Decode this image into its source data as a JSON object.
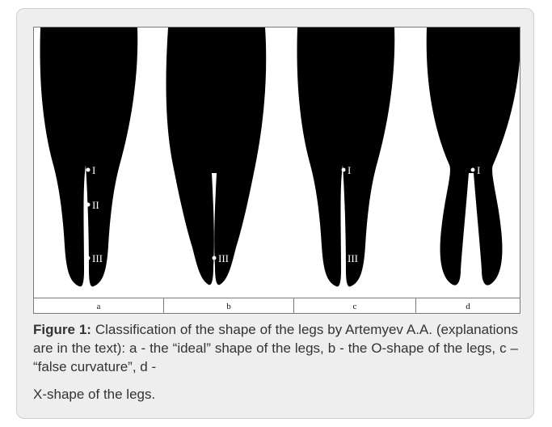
{
  "figure": {
    "panel_labels": [
      "a",
      "b",
      "c",
      "d"
    ],
    "markers": {
      "a": [
        "I",
        "II",
        "III"
      ],
      "b": [
        "III"
      ],
      "c": [
        "I",
        "III"
      ],
      "d": [
        "I"
      ]
    }
  },
  "caption": {
    "label": "Figure 1:",
    "text": " Classification of the shape of the legs by Artemyev A.A. (explanations are in the text): a - the “ideal” shape of the legs, b - the O-shape of the legs, c – “false curvature”, d -",
    "last_line": "X-shape of the legs."
  },
  "colors": {
    "card_background": "#eeeeee",
    "silhouette": "#000000",
    "caption_text": "#333333"
  }
}
